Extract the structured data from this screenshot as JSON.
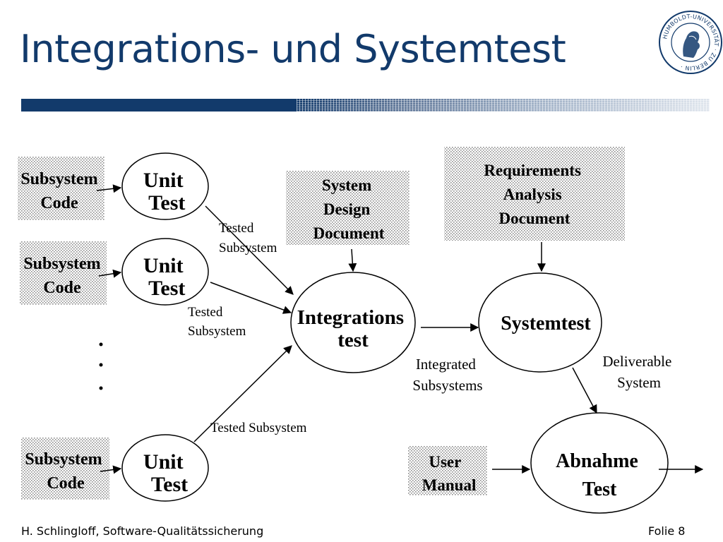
{
  "slide": {
    "title": "Integrations- und Systemtest",
    "footer_left": "H. Schlingloff, Software-Qualitätssicherung",
    "footer_right": "Folie 8",
    "logo_text": "HUMBOLDT-UNIVERSITÄT · ZU BERLIN",
    "colors": {
      "title": "#123a6b",
      "bar": "#123a6b",
      "dotted_fill": "#9a9a9a"
    }
  },
  "diagram": {
    "subsystem_codes": [
      {
        "line1": "Subsystem",
        "line2": "Code"
      },
      {
        "line1": "Subsystem",
        "line2": "Code"
      },
      {
        "line1": "Subsystem",
        "line2": "Code"
      }
    ],
    "unit_tests": [
      {
        "line1": "Unit",
        "line2": "Test"
      },
      {
        "line1": "Unit",
        "line2": "Test"
      },
      {
        "line1": "Unit",
        "line2": "Test"
      }
    ],
    "tested_subsystem_labels": [
      {
        "line1": "Tested",
        "line2": "Subsystem"
      },
      {
        "line1": "Tested",
        "line2": "Subsystem"
      },
      {
        "line1": "Tested Subsystem"
      }
    ],
    "system_design_document": {
      "line1": "System",
      "line2": "Design",
      "line3": "Document"
    },
    "requirements_document": {
      "line1": "Requirements",
      "line2": "Analysis",
      "line3": "Document"
    },
    "integration_test": {
      "line1": "Integrations",
      "line2": "test"
    },
    "systemtest": {
      "line1": "Systemtest"
    },
    "integrated_subsystems": {
      "line1": "Integrated",
      "line2": "Subsystems"
    },
    "deliverable_system": {
      "line1": "Deliverable",
      "line2": "System"
    },
    "user_manual": {
      "line1": "User",
      "line2": "Manual"
    },
    "acceptance_test": {
      "line1": "Abnahme",
      "line2": "Test"
    }
  }
}
